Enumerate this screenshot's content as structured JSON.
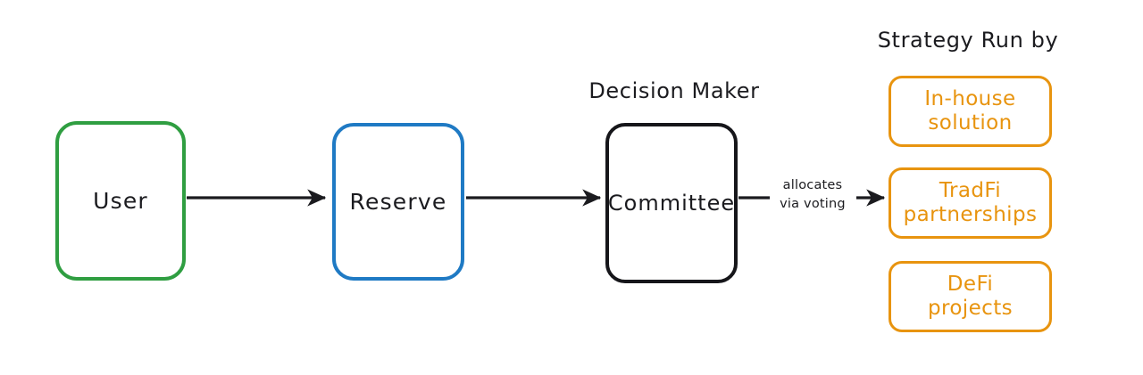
{
  "diagram": {
    "title_labels": {
      "decision_maker": "Decision Maker",
      "strategy_run_by": "Strategy Run by"
    },
    "nodes": [
      {
        "id": "user",
        "label": "User",
        "color": "#2f9e41",
        "text_color": "#1b1b1f"
      },
      {
        "id": "reserve",
        "label": "Reserve",
        "color": "#1f7ac4",
        "text_color": "#1b1b1f"
      },
      {
        "id": "committee",
        "label": "Committee",
        "color": "#16161a",
        "text_color": "#1b1b1f"
      },
      {
        "id": "in_house",
        "label": "In-house\nsolution",
        "color": "#e8940f",
        "text_color": "#e8940f"
      },
      {
        "id": "tradfi",
        "label": "TradFi\npartnerships",
        "color": "#e8940f",
        "text_color": "#e8940f"
      },
      {
        "id": "defi",
        "label": "DeFi\nprojects",
        "color": "#e8940f",
        "text_color": "#e8940f"
      }
    ],
    "edges": [
      {
        "from": "user",
        "to": "reserve",
        "label": ""
      },
      {
        "from": "reserve",
        "to": "committee",
        "label": ""
      },
      {
        "from": "committee",
        "to": "tradfi",
        "label": "allocates\nvia voting"
      }
    ],
    "edge_color": "#1b1b1f",
    "background": "#ffffff"
  }
}
